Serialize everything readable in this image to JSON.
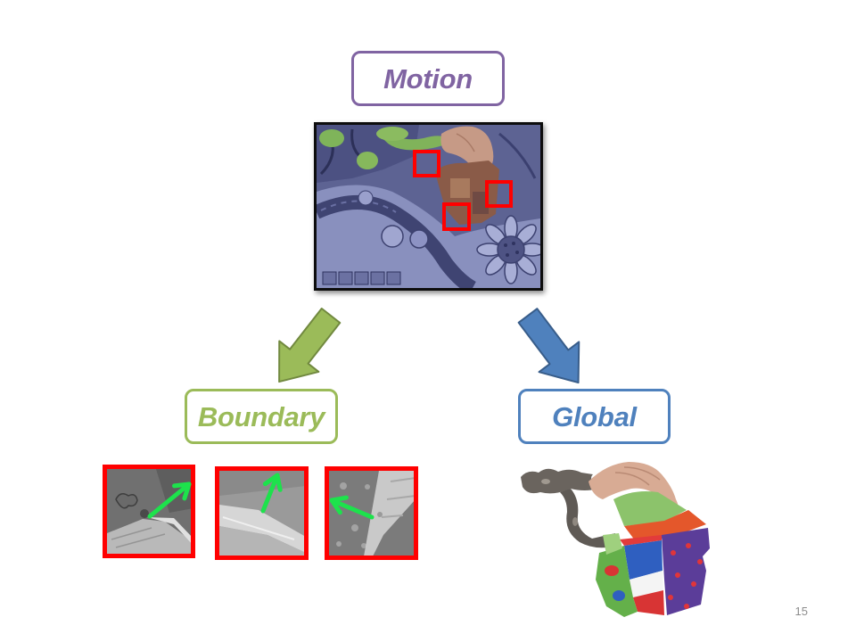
{
  "slide": {
    "page_number": "15"
  },
  "nodes": {
    "motion": {
      "label": "Motion",
      "color": "#8064a2"
    },
    "boundary": {
      "label": "Boundary",
      "color": "#9bbb59"
    },
    "global": {
      "label": "Global",
      "color": "#4f81bd"
    }
  },
  "arrows": {
    "motion_to_boundary": {
      "icon": "arrow-down-left-icon",
      "fill": "#9bbb59",
      "stroke": "#71893f"
    },
    "motion_to_global": {
      "icon": "arrow-down-right-icon",
      "fill": "#4f81bd",
      "stroke": "#385d8a"
    }
  },
  "images": {
    "motion_frame": {
      "icon": "motion-segmentation-frame-image",
      "highlight_color": "#ff0000"
    },
    "boundary_patches": {
      "icon": "boundary-patch-image",
      "border_color": "#ff0000",
      "arrow_color": "#1de24c"
    },
    "global_cutout": {
      "icon": "segmented-object-image"
    }
  }
}
